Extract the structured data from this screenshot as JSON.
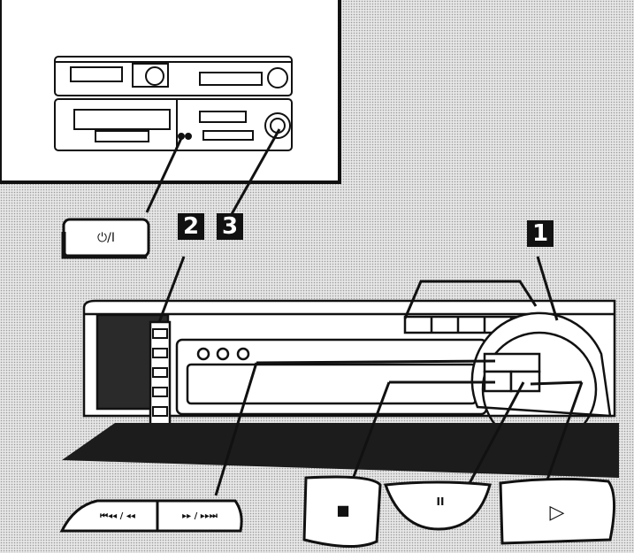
{
  "steps": {
    "step1": "1",
    "step2": "2",
    "step3": "3"
  },
  "buttons": {
    "power": "⏻/I",
    "skip_back": "⏮◂◂ / ◂◂",
    "skip_forward": "▸▸ / ▸▸⏭",
    "stop": "■",
    "pause": "II",
    "play": "▷"
  },
  "colors": {
    "ink": "#111111",
    "panel": "#ffffff",
    "dither": "#9a9a9a",
    "screen": "#e6e6e6"
  }
}
